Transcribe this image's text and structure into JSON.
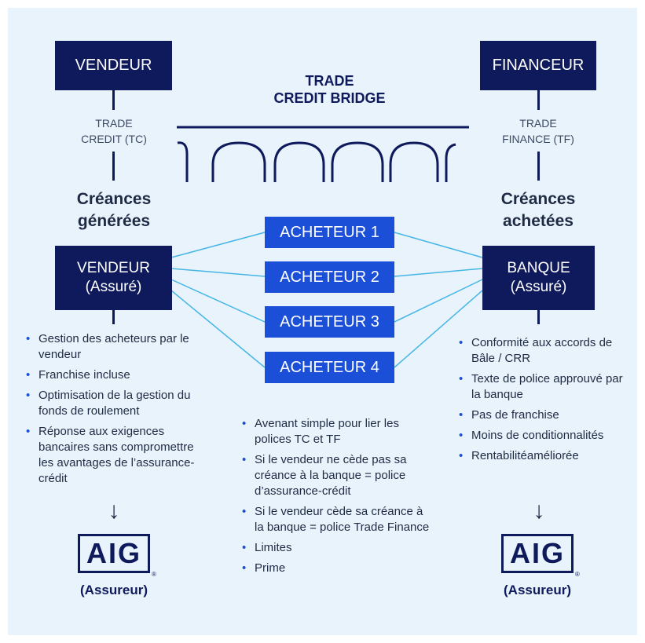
{
  "colors": {
    "background": "#e9f3fb",
    "dark_navy": "#0e1a5c",
    "buyer_blue": "#1b4fd8",
    "connector": "#45b6e6"
  },
  "top_left_box": "VENDEUR",
  "top_right_box": "FINANCEUR",
  "bridge": {
    "title_line1": "TRADE",
    "title_line2": "CREDIT BRIDGE"
  },
  "left_link": {
    "line1": "TRADE",
    "line2": "CREDIT (TC)"
  },
  "right_link": {
    "line1": "TRADE",
    "line2": "FINANCE (TF)"
  },
  "creances_left": {
    "line1": "Créances",
    "line2": "générées"
  },
  "creances_right": {
    "line1": "Créances",
    "line2": "achetées"
  },
  "vendeur_assure": {
    "line1": "VENDEUR",
    "line2": "(Assuré)"
  },
  "banque_assure": {
    "line1": "BANQUE",
    "line2": "(Assuré)"
  },
  "buyers": [
    "ACHETEUR 1",
    "ACHETEUR 2",
    "ACHETEUR 3",
    "ACHETEUR 4"
  ],
  "left_bullets": [
    "Gestion des acheteurs par le vendeur",
    "Franchise incluse",
    "Optimisation de la gestion du fonds de roulement",
    "Réponse aux exigences bancaires sans compromettre les avantages de l’assurance-crédit"
  ],
  "center_bullets": [
    "Avenant simple pour lier les polices TC et TF",
    "Si le vendeur ne cède pas sa créance à la banque = police d’assurance-crédit",
    "Si le vendeur cède sa créance à la banque = police Trade Finance",
    "Limites",
    "Prime"
  ],
  "right_bullets": [
    "Conformité aux accords de Bâle / CRR",
    "Texte de police approuvé par la banque",
    "Pas de franchise",
    "Moins de conditionnalités",
    "Rentabilitéaméliorée"
  ],
  "aig_logo_text": "AIG",
  "aig_registered": "®",
  "assureur_label": "(Assureur)",
  "arrow_glyph": "↓"
}
